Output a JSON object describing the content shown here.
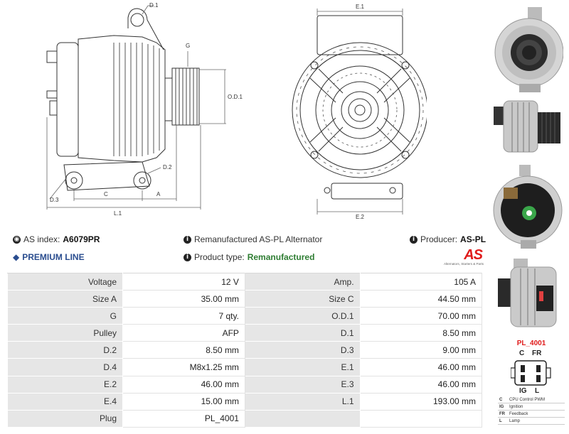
{
  "drawing": {
    "labels": {
      "d1": "D.1",
      "g": "G",
      "od1": "O.D.1",
      "d2": "D.2",
      "d3": "D.3",
      "c": "C",
      "a": "A",
      "l1": "L.1",
      "e1": "E.1",
      "e2": "E.2"
    }
  },
  "info": {
    "as_index_label": "AS index:",
    "as_index_value": "A6079PR",
    "description": "Remanufactured AS-PL Alternator",
    "producer_label": "Producer:",
    "producer_value": "AS-PL",
    "premium": "PREMIUM LINE",
    "product_type_label": "Product type:",
    "product_type_value": "Remanufactured",
    "logo_text": "AS",
    "logo_tagline": "Alternators, Starters & Parts"
  },
  "specs": [
    {
      "l1": "Voltage",
      "v1": "12 V",
      "l2": "Amp.",
      "v2": "105 A"
    },
    {
      "l1": "Size A",
      "v1": "35.00 mm",
      "l2": "Size C",
      "v2": "44.50 mm"
    },
    {
      "l1": "G",
      "v1": "7 qty.",
      "l2": "O.D.1",
      "v2": "70.00 mm"
    },
    {
      "l1": "Pulley",
      "v1": "AFP",
      "l2": "D.1",
      "v2": "8.50 mm"
    },
    {
      "l1": "D.2",
      "v1": "8.50 mm",
      "l2": "D.3",
      "v2": "9.00 mm"
    },
    {
      "l1": "D.4",
      "v1": "M8x1.25 mm",
      "l2": "E.1",
      "v2": "46.00 mm"
    },
    {
      "l1": "E.2",
      "v1": "46.00 mm",
      "l2": "E.3",
      "v2": "46.00 mm"
    },
    {
      "l1": "E.4",
      "v1": "15.00 mm",
      "l2": "L.1",
      "v2": "193.00 mm"
    },
    {
      "l1": "Plug",
      "v1": "PL_4001",
      "l2": "",
      "v2": ""
    }
  ],
  "plug": {
    "title": "PL_4001",
    "top_left": "C",
    "top_right": "FR",
    "bottom_left": "IG",
    "bottom_right": "L",
    "legend": [
      {
        "k": "C",
        "v": "CPU Control PWM"
      },
      {
        "k": "IG",
        "v": "Ignition"
      },
      {
        "k": "FR",
        "v": "Feedback"
      },
      {
        "k": "L",
        "v": "Lamp"
      }
    ]
  },
  "colors": {
    "accent_red": "#e01b1b",
    "green": "#2e7d32",
    "premium_blue": "#2a4d8f",
    "label_bg": "#e6e6e6"
  }
}
